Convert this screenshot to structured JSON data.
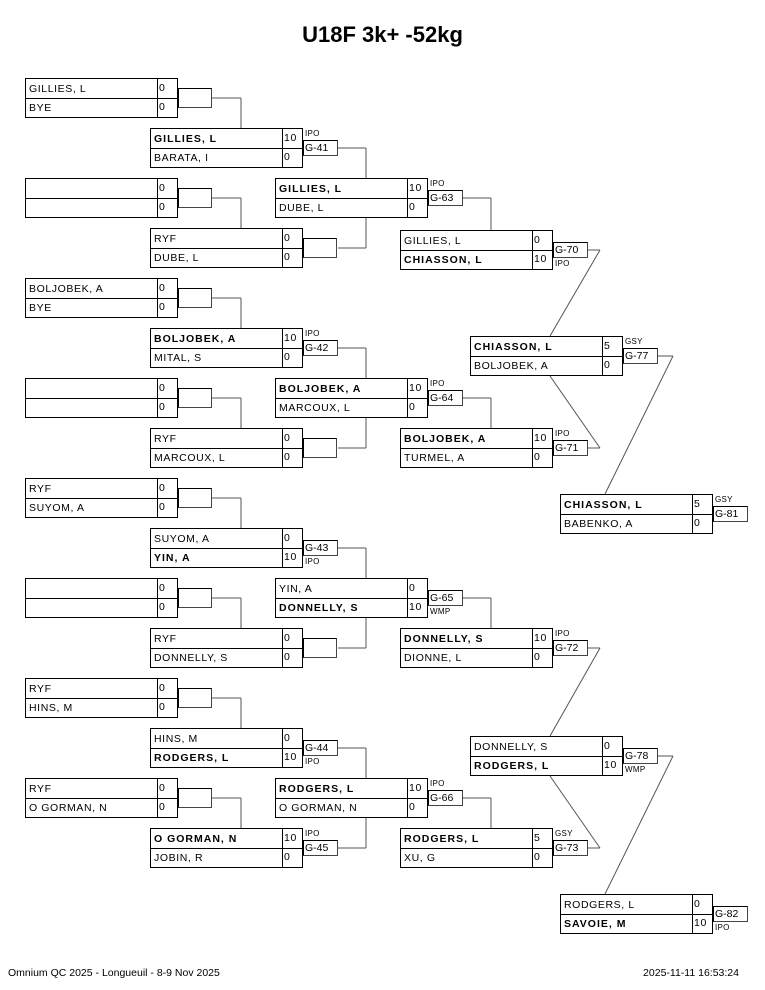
{
  "title": "U18F 3k+ -52kg",
  "footer": {
    "left": "Omnium QC 2025 - Longueuil - 8-9 Nov 2025",
    "right": "2025-11-11 16:53:24"
  },
  "rounds": {
    "r1": [
      {
        "top": {
          "name": "GILLIES, L",
          "score": "0"
        },
        "bottom": {
          "name": "BYE",
          "score": "0"
        }
      },
      {
        "top": {
          "name": "",
          "score": "0"
        },
        "bottom": {
          "name": "",
          "score": "0"
        }
      },
      {
        "top": {
          "name": "BOLJOBEK, A",
          "score": "0"
        },
        "bottom": {
          "name": "BYE",
          "score": "0"
        }
      },
      {
        "top": {
          "name": "",
          "score": "0"
        },
        "bottom": {
          "name": "",
          "score": "0"
        }
      },
      {
        "top": {
          "name": "RYF",
          "score": "0"
        },
        "bottom": {
          "name": "SUYOM, A",
          "score": "0"
        }
      },
      {
        "top": {
          "name": "",
          "score": "0"
        },
        "bottom": {
          "name": "",
          "score": "0"
        }
      },
      {
        "top": {
          "name": "RYF",
          "score": "0"
        },
        "bottom": {
          "name": "HINS, M",
          "score": "0"
        }
      },
      {
        "top": {
          "name": "RYF",
          "score": "0"
        },
        "bottom": {
          "name": "O GORMAN, N",
          "score": "0"
        }
      }
    ],
    "r2": [
      {
        "top": {
          "name": "GILLIES, L",
          "score": "10",
          "win": true
        },
        "bottom": {
          "name": "BARATA, I",
          "score": "0"
        },
        "game": "G-41",
        "note": "IPO",
        "note_pos": "top"
      },
      {
        "top": {
          "name": "RYF",
          "score": "0"
        },
        "bottom": {
          "name": "DUBE, L",
          "score": "0"
        },
        "game": "",
        "note": ""
      },
      {
        "top": {
          "name": "BOLJOBEK, A",
          "score": "10",
          "win": true
        },
        "bottom": {
          "name": "MITAL, S",
          "score": "0"
        },
        "game": "G-42",
        "note": "IPO",
        "note_pos": "top"
      },
      {
        "top": {
          "name": "RYF",
          "score": "0"
        },
        "bottom": {
          "name": "MARCOUX, L",
          "score": "0"
        },
        "game": "",
        "note": ""
      },
      {
        "top": {
          "name": "SUYOM, A",
          "score": "0"
        },
        "bottom": {
          "name": "YIN, A",
          "score": "10",
          "win": true
        },
        "game": "G-43",
        "note": "IPO",
        "note_pos": "bottom"
      },
      {
        "top": {
          "name": "RYF",
          "score": "0"
        },
        "bottom": {
          "name": "DONNELLY, S",
          "score": "0"
        },
        "game": "",
        "note": ""
      },
      {
        "top": {
          "name": "HINS, M",
          "score": "0"
        },
        "bottom": {
          "name": "RODGERS, L",
          "score": "10",
          "win": true
        },
        "game": "G-44",
        "note": "IPO",
        "note_pos": "bottom"
      },
      {
        "top": {
          "name": "O GORMAN, N",
          "score": "10",
          "win": true
        },
        "bottom": {
          "name": "JOBIN, R",
          "score": "0"
        },
        "game": "G-45",
        "note": "IPO",
        "note_pos": "top"
      }
    ],
    "r3": [
      {
        "top": {
          "name": "GILLIES, L",
          "score": "10",
          "win": true
        },
        "bottom": {
          "name": "DUBE, L",
          "score": "0"
        },
        "game": "G-63",
        "note": "IPO",
        "note_pos": "top"
      },
      {
        "top": {
          "name": "BOLJOBEK, A",
          "score": "10",
          "win": true
        },
        "bottom": {
          "name": "MARCOUX, L",
          "score": "0"
        },
        "game": "G-64",
        "note": "IPO",
        "note_pos": "top"
      },
      {
        "top": {
          "name": "YIN, A",
          "score": "0"
        },
        "bottom": {
          "name": "DONNELLY, S",
          "score": "10",
          "win": true
        },
        "game": "G-65",
        "note": "WMP",
        "note_pos": "bottom"
      },
      {
        "top": {
          "name": "RODGERS, L",
          "score": "10",
          "win": true
        },
        "bottom": {
          "name": "O GORMAN, N",
          "score": "0"
        },
        "game": "G-66",
        "note": "IPO",
        "note_pos": "top"
      }
    ],
    "r4": [
      {
        "top": {
          "name": "GILLIES, L",
          "score": "0"
        },
        "bottom": {
          "name": "CHIASSON, L",
          "score": "10",
          "win": true
        },
        "game": "G-70",
        "note": "IPO",
        "note_pos": "bottom"
      },
      {
        "top": {
          "name": "BOLJOBEK, A",
          "score": "10",
          "win": true
        },
        "bottom": {
          "name": "TURMEL, A",
          "score": "0"
        },
        "game": "G-71",
        "note": "IPO",
        "note_pos": "top"
      },
      {
        "top": {
          "name": "DONNELLY, S",
          "score": "10",
          "win": true
        },
        "bottom": {
          "name": "DIONNE, L",
          "score": "0"
        },
        "game": "G-72",
        "note": "IPO",
        "note_pos": "top"
      },
      {
        "top": {
          "name": "RODGERS, L",
          "score": "5",
          "win": true
        },
        "bottom": {
          "name": "XU, G",
          "score": "0"
        },
        "game": "G-73",
        "note": "GSY",
        "note_pos": "top"
      }
    ],
    "r5": [
      {
        "top": {
          "name": "CHIASSON, L",
          "score": "5",
          "win": true
        },
        "bottom": {
          "name": "BOLJOBEK, A",
          "score": "0"
        },
        "game": "G-77",
        "note": "GSY",
        "note_pos": "top"
      },
      {
        "top": {
          "name": "DONNELLY, S",
          "score": "0"
        },
        "bottom": {
          "name": "RODGERS, L",
          "score": "10",
          "win": true
        },
        "game": "G-78",
        "note": "WMP",
        "note_pos": "bottom"
      }
    ],
    "r6": [
      {
        "top": {
          "name": "CHIASSON, L",
          "score": "5",
          "win": true
        },
        "bottom": {
          "name": "BABENKO, A",
          "score": "0"
        },
        "game": "G-81",
        "note": "GSY",
        "note_pos": "top"
      },
      {
        "top": {
          "name": "RODGERS, L",
          "score": "0"
        },
        "bottom": {
          "name": "SAVOIE, M",
          "score": "10",
          "win": true
        },
        "game": "G-82",
        "note": "IPO",
        "note_pos": "bottom"
      }
    ]
  }
}
